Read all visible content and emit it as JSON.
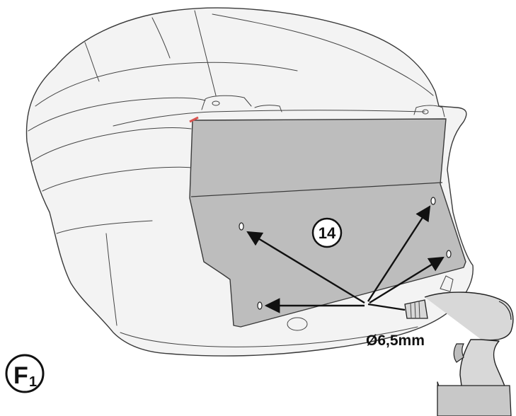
{
  "callout": {
    "part_number": "14"
  },
  "drill": {
    "size_label": "Ø6,5mm"
  },
  "figure": {
    "label_letter": "F",
    "label_subscript": "1"
  },
  "colors": {
    "case_fill": "#f3f3f3",
    "plate_fill": "#bdbdbd",
    "line": "#3a3a3a",
    "arrow": "#111111",
    "drill_fill": "#d8d8d8",
    "accent_red": "#d9534f"
  }
}
